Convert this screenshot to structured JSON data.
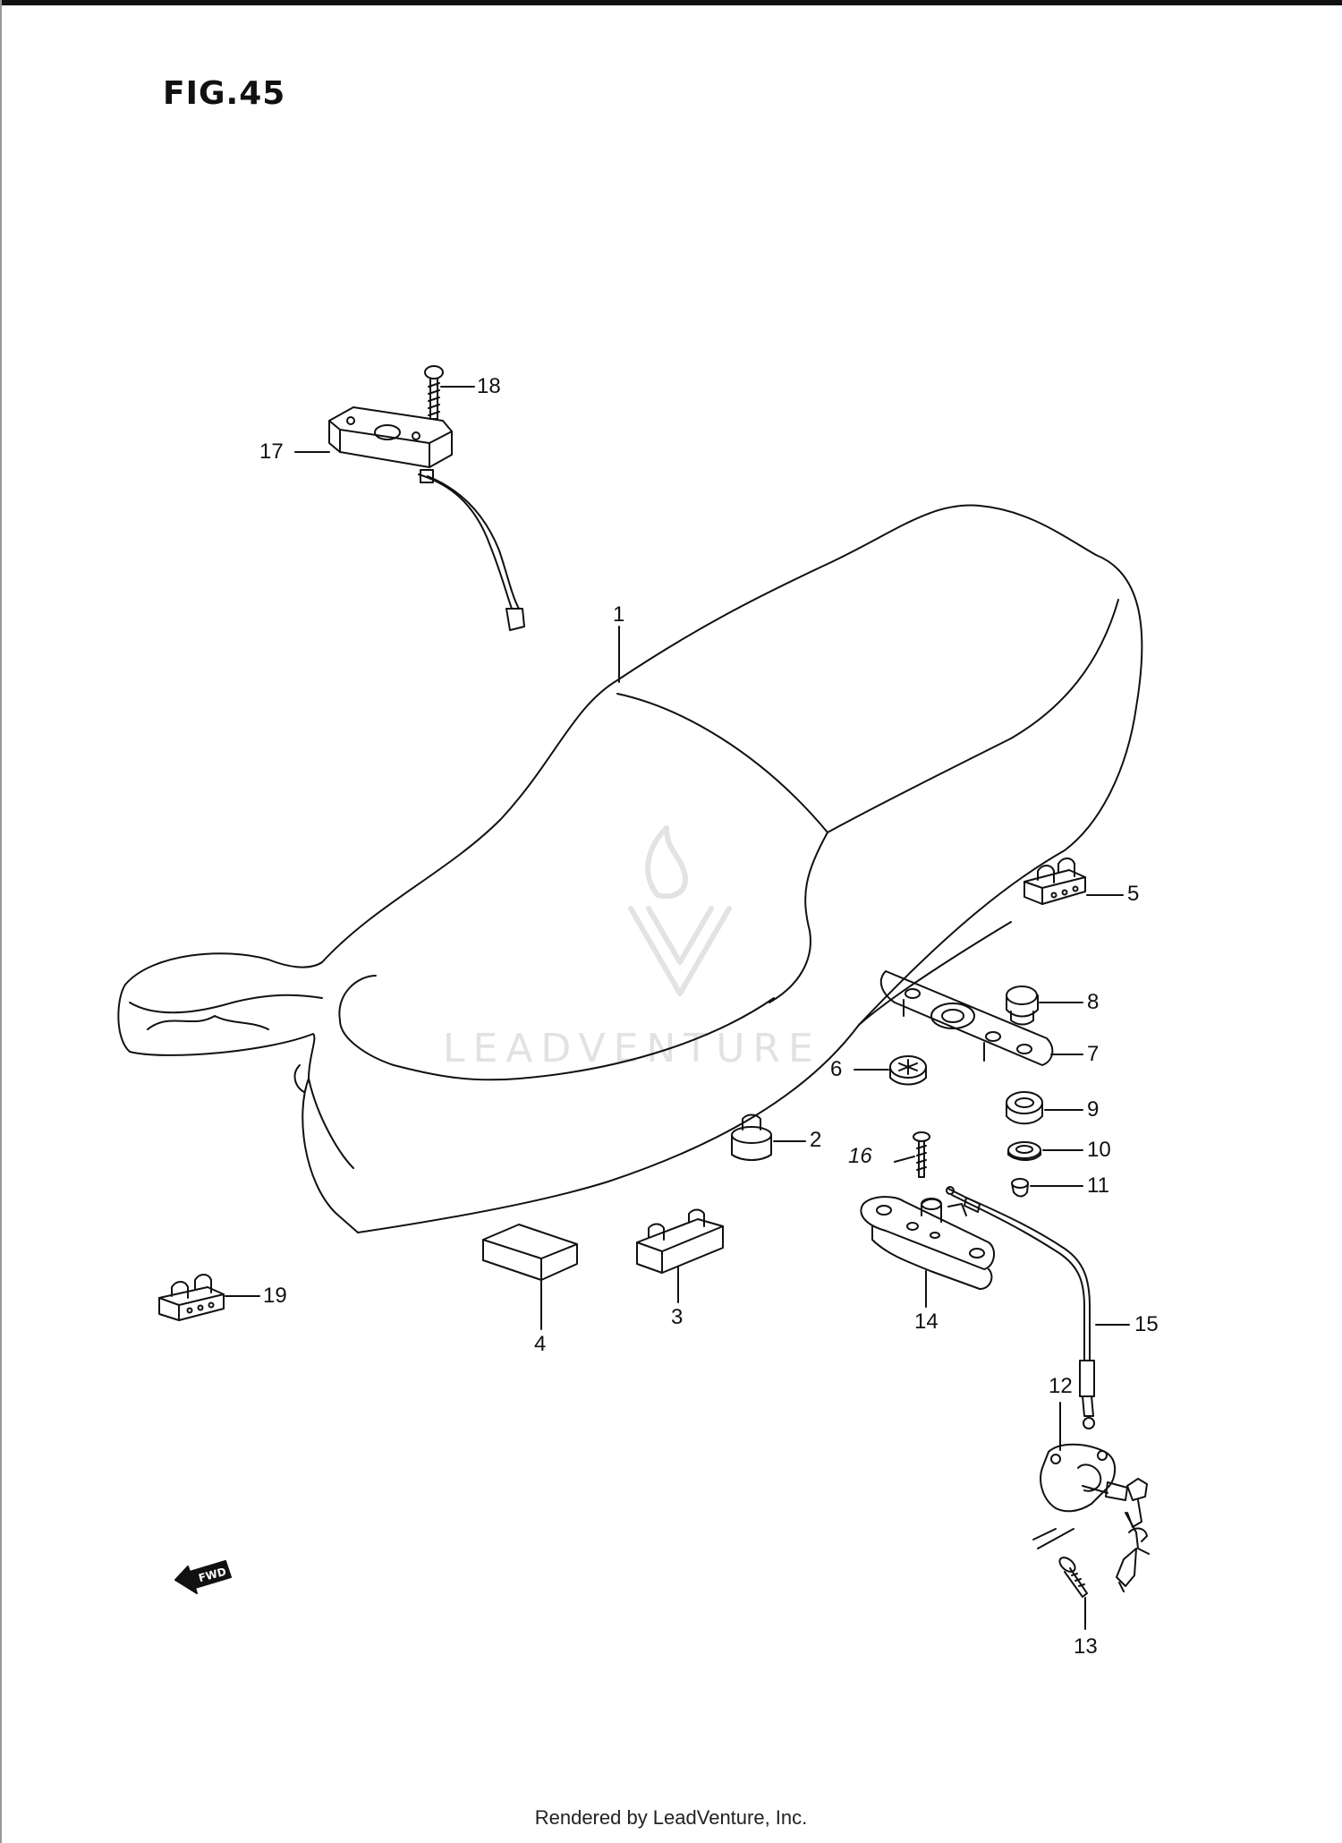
{
  "figure": {
    "title": "FIG.45"
  },
  "callouts": [
    {
      "id": "1",
      "label": "1"
    },
    {
      "id": "2",
      "label": "2"
    },
    {
      "id": "3",
      "label": "3"
    },
    {
      "id": "4",
      "label": "4"
    },
    {
      "id": "5",
      "label": "5"
    },
    {
      "id": "6",
      "label": "6"
    },
    {
      "id": "7",
      "label": "7"
    },
    {
      "id": "8",
      "label": "8"
    },
    {
      "id": "9",
      "label": "9"
    },
    {
      "id": "10",
      "label": "10"
    },
    {
      "id": "11",
      "label": "11"
    },
    {
      "id": "12",
      "label": "12"
    },
    {
      "id": "13",
      "label": "13"
    },
    {
      "id": "14",
      "label": "14"
    },
    {
      "id": "15",
      "label": "15"
    },
    {
      "id": "16",
      "label": "16"
    },
    {
      "id": "17",
      "label": "17"
    },
    {
      "id": "18",
      "label": "18"
    },
    {
      "id": "19",
      "label": "19"
    }
  ],
  "fwd_arrow": {
    "label": "FWD"
  },
  "watermark": {
    "text": "LEADVENTURE",
    "icon": "flame-v-logo-icon"
  },
  "footer": {
    "text": "Rendered by LeadVenture, Inc."
  }
}
